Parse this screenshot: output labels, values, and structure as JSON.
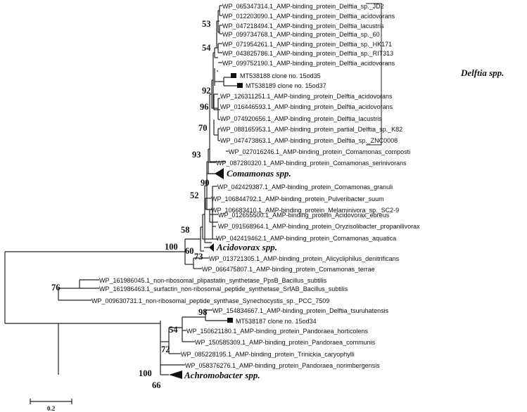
{
  "leaves": [
    {
      "id": "l1",
      "label": "WP_065347314.1_AMP-binding_protein_Delftia_sp._JD2"
    },
    {
      "id": "l2",
      "label": "WP_012203090.1_AMP-binding_protein_Delftia_acidovorans"
    },
    {
      "id": "l3",
      "label": "WP_047218494.1_AMP-binding_protein_Delftia_lacustris"
    },
    {
      "id": "l4",
      "label": "WP_099734768.1_AMP-binding_protein_Delftia_sp._60"
    },
    {
      "id": "l5",
      "label": "WP_071954261.1_AMP-binding_protein_Delftia_sp._HK171"
    },
    {
      "id": "l6",
      "label": "WP_043825786.1_AMP-binding_protein_Delftia_sp._RIT313"
    },
    {
      "id": "l7",
      "label": "WP_099752190.1_AMP-binding_protein_Delftia_acidovorans"
    },
    {
      "id": "l8",
      "label": "MT538188 clone no. 15od35",
      "marker": true
    },
    {
      "id": "l9",
      "label": "MT538189 clone no. 15od37",
      "marker": true
    },
    {
      "id": "l10",
      "label": "WP_126311251.1_AMP-binding_protein_Delftia_acidovorans"
    },
    {
      "id": "l11",
      "label": "WP_016446593.1_AMP-binding_protein_Delftia_acidovorans"
    },
    {
      "id": "l12",
      "label": "WP_074920656.1_AMP-binding_protein_Delftia_lacustris"
    },
    {
      "id": "l13",
      "label": "WP_088165953.1_AMP-binding_protein_partial_Delftia_sp._K82"
    },
    {
      "id": "l14",
      "label": "WP_047473863.1_AMP-binding_protein_Delftia_sp._ZNC0008"
    },
    {
      "id": "l15",
      "label": "WP_027016246.1_AMP-binding_protein_Comamonas_composti"
    },
    {
      "id": "l16",
      "label": "WP_087280320.1_AMP-binding_protein_Comamonas_serinivorans"
    },
    {
      "id": "l17",
      "label": "WP_042429387.1_AMP-binding_protein_Comamonas_granuli"
    },
    {
      "id": "l18",
      "label": "WP_106844792.1_AMP-binding_protein_Pulveribacter_suum"
    },
    {
      "id": "l19",
      "label": "WP_106683410.1_AMP-binding_protein_Melaminivora_sp._SC2-9"
    },
    {
      "id": "l20",
      "label": "WP_012655500.1_AMP-binding_protein_Acidovorax_ebreus"
    },
    {
      "id": "l21",
      "label": "WP_091568964.1_AMP-binding_protein_Oryzisolibacter_propanilivorax"
    },
    {
      "id": "l22",
      "label": "WP_042419462.1_AMP-binding_protein_Comamonas_aquatica"
    },
    {
      "id": "l23",
      "label": "WP_013721305.1_AMP-binding_protein_Alicycliphilus_denitrificans"
    },
    {
      "id": "l24",
      "label": "WP_066475807.1_AMP-binding_protein_Comamonas_terrae"
    },
    {
      "id": "l25",
      "label": "WP_161986045.1_non-ribosomal_plipastatin_synthetase_PpsB_Bacillus_subtilis"
    },
    {
      "id": "l26",
      "label": "WP_161986463.1_surfactin_non-ribosomal_peptide_synthetase_SrfAB_Bacillus_subtilis"
    },
    {
      "id": "l27",
      "label": "WP_009630731.1_non-ribosomal_peptide_synthase_Synechocystis_sp._PCC_7509"
    },
    {
      "id": "l28",
      "label": "WP_154834667.1_AMP-binding_protein_Delftia_tsuruhatensis"
    },
    {
      "id": "l29",
      "label": "MT538187 clone no. 15od34",
      "marker": true
    },
    {
      "id": "l30",
      "label": "WP_150621180.1_AMP-binding_protein_Pandoraea_horticolens"
    },
    {
      "id": "l31",
      "label": "WP_150585309.1_AMP-binding_protein_Pandoraea_communis"
    },
    {
      "id": "l32",
      "label": "WP_085228195.1_AMP-binding_protein_Trinickia_caryophylli"
    },
    {
      "id": "l33",
      "label": "WP_058376276.1_AMP-binding_protein_Pandoraea_norimbergensis"
    }
  ],
  "collapsed_clades": [
    {
      "id": "c1",
      "label": "Comamonas spp."
    },
    {
      "id": "c2",
      "label": "Acidovorax spp."
    },
    {
      "id": "c3",
      "label": "Achromobacter spp."
    }
  ],
  "bracket_label": "Delftia spp.",
  "bootstrap": [
    "53",
    "54",
    "92",
    "96",
    "70",
    "93",
    "90",
    "52",
    "58",
    "100",
    "60",
    "73",
    "76",
    "98",
    "54",
    "72",
    "100",
    "66"
  ],
  "scale_bar": {
    "label": "0.2"
  }
}
